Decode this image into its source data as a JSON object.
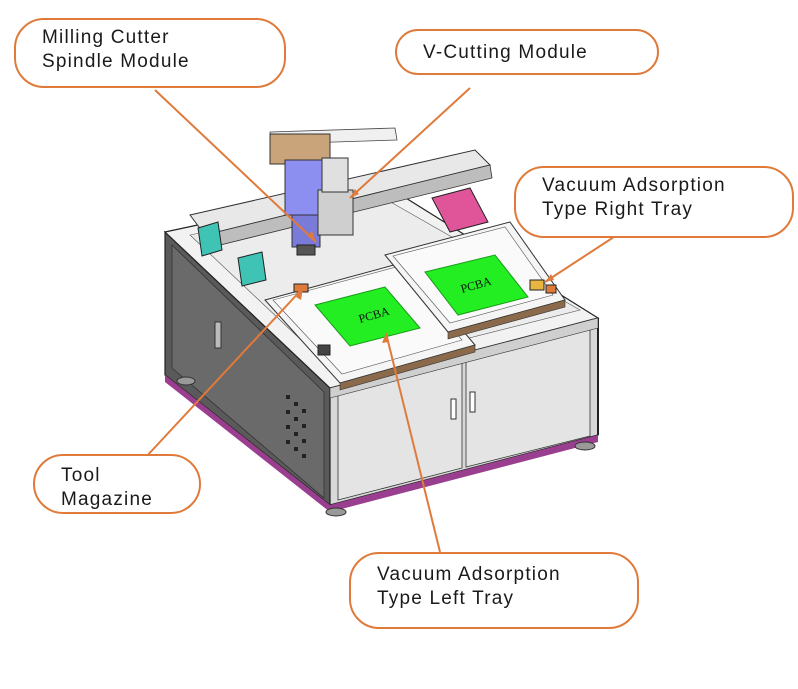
{
  "labels": {
    "milling": {
      "line1": "Milling Cutter",
      "line2": "Spindle Module"
    },
    "vcut": {
      "line1": "V-Cutting Module"
    },
    "right_tray": {
      "line1": "Vacuum Adsorption",
      "line2": "Type Right Tray"
    },
    "tool_mag": {
      "line1": "Tool",
      "line2": "Magazine"
    },
    "left_tray": {
      "line1": "Vacuum Adsorption",
      "line2": "Type Left Tray"
    }
  },
  "boards": {
    "left": "PCBA",
    "right": "PCBA"
  },
  "colors": {
    "callout_border": "#e07a3a",
    "pcba_green": "#22ee22",
    "cabinet": "#d8d8d8",
    "teal": "#3fc3b5",
    "pink": "#e0559a",
    "purple_base": "#9a3f8f"
  }
}
